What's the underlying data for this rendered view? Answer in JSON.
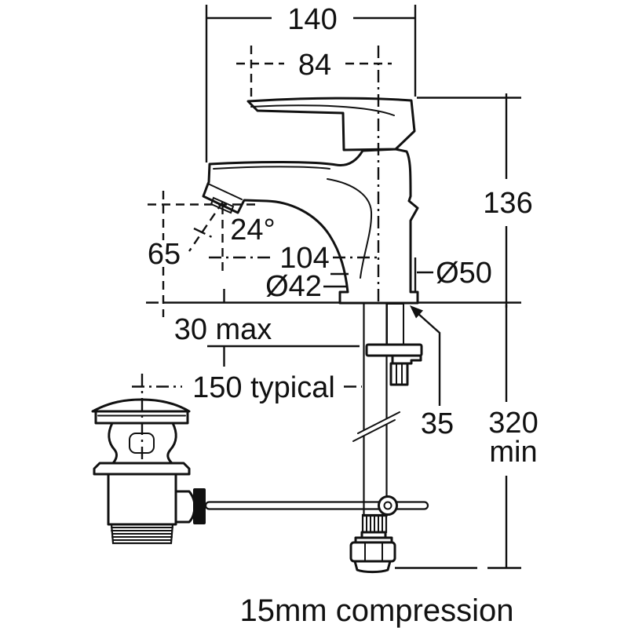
{
  "drawing": {
    "type": "technical-dimension-drawing",
    "subject": "basin mixer tap with pop-up waste",
    "background_color": "#ffffff",
    "line_color": "#111111",
    "labels": {
      "overall_width": "140",
      "handle_offset": "84",
      "total_height": "136",
      "spout_outlet_height": "65",
      "spray_angle": "24°",
      "spout_projection": "104",
      "body_diameter": "Ø42",
      "base_diameter": "Ø50",
      "max_deck_thickness": "30 max",
      "drain_spacing": "150 typical",
      "stud_length": "35",
      "hose_length": "320",
      "hose_length_qualifier": "min",
      "connection_note": "15mm compression"
    }
  }
}
